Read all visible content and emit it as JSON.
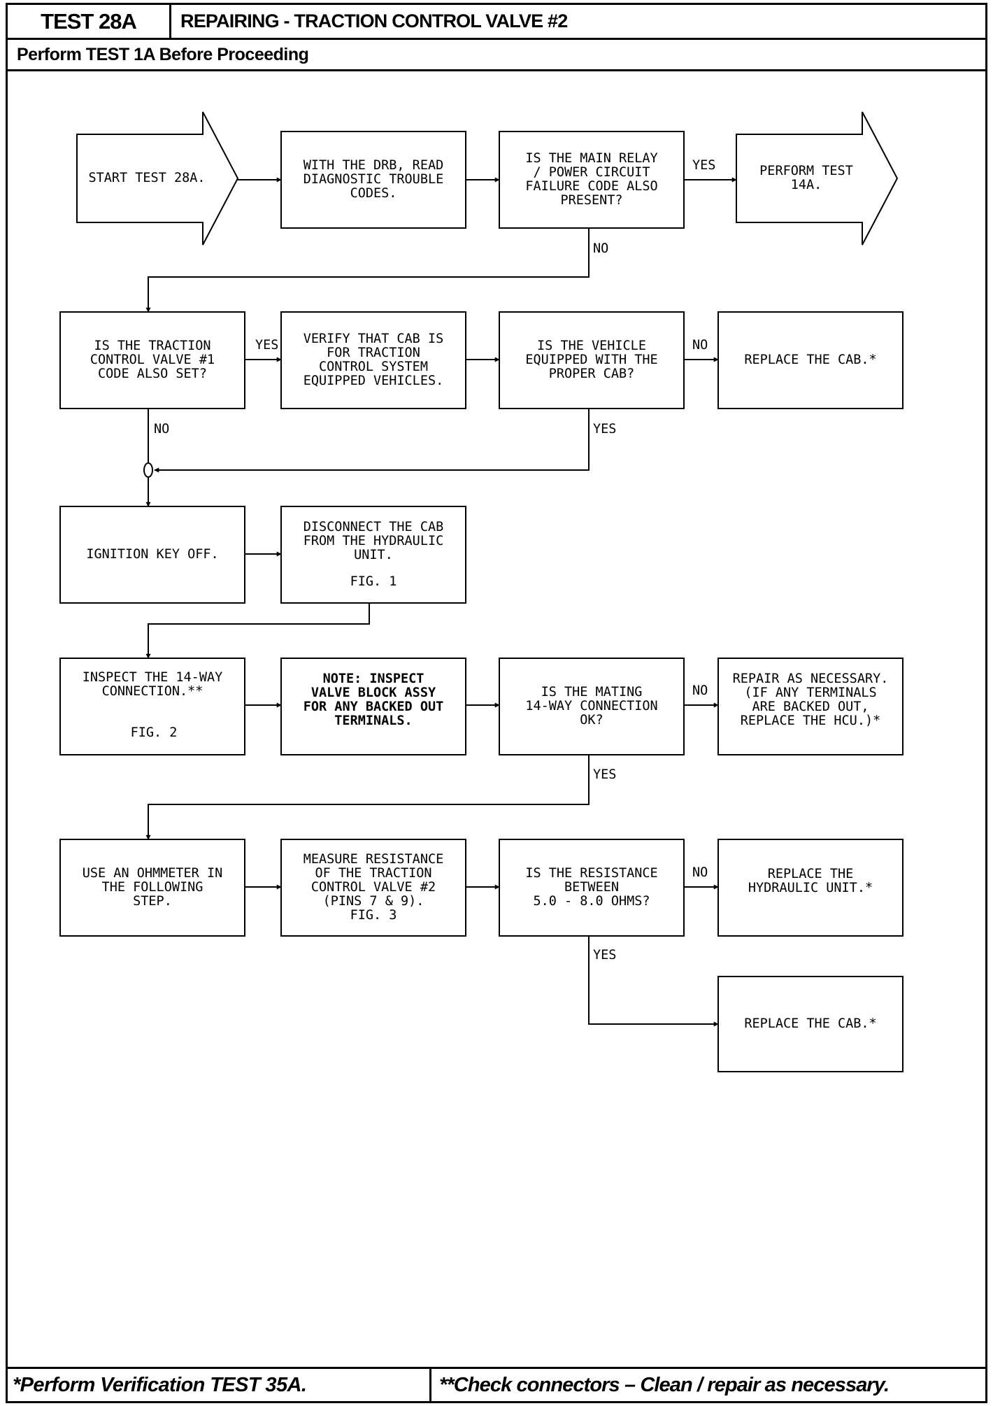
{
  "header": {
    "test_id": "TEST 28A",
    "title": "REPAIRING - TRACTION CONTROL VALVE #2",
    "subtitle": "Perform TEST 1A Before Proceeding"
  },
  "footer": {
    "left": "*Perform Verification TEST 35A.",
    "right": "**Check connectors – Clean / repair as necessary."
  },
  "flow": {
    "start": [
      "START TEST 28A."
    ],
    "read_codes": [
      "WITH THE DRB, READ",
      "DIAGNOSTIC TROUBLE",
      "CODES."
    ],
    "main_relay": [
      "IS THE MAIN RELAY",
      "/ POWER CIRCUIT",
      "FAILURE CODE ALSO",
      "PRESENT?"
    ],
    "perform_14a": [
      "PERFORM TEST",
      "14A."
    ],
    "tcv1": [
      "IS THE TRACTION",
      "CONTROL VALVE #1",
      "CODE ALSO SET?"
    ],
    "verify_cab": [
      "VERIFY THAT CAB IS",
      "FOR TRACTION",
      "CONTROL SYSTEM",
      "EQUIPPED VEHICLES."
    ],
    "proper_cab": [
      "IS THE VEHICLE",
      "EQUIPPED WITH THE",
      "PROPER CAB?"
    ],
    "replace_cab_1": [
      "REPLACE THE CAB.*"
    ],
    "ignition_off": [
      "IGNITION KEY OFF."
    ],
    "disconnect": [
      "DISCONNECT THE CAB",
      "FROM THE HYDRAULIC",
      "UNIT."
    ],
    "disconnect_fig": "FIG. 1",
    "inspect_14way": [
      "INSPECT THE 14-WAY",
      "CONNECTION.**"
    ],
    "inspect_fig": "FIG. 2",
    "note": [
      "NOTE:  INSPECT",
      "VALVE BLOCK ASSY",
      "FOR ANY BACKED OUT",
      "TERMINALS."
    ],
    "mating_ok": [
      "IS THE MATING",
      "14-WAY CONNECTION",
      "OK?"
    ],
    "repair": [
      "REPAIR AS NECESSARY.",
      "(IF ANY TERMINALS",
      "ARE BACKED OUT,",
      "REPLACE THE HCU.)*"
    ],
    "ohmmeter": [
      "USE AN OHMMETER IN",
      "THE FOLLOWING",
      "STEP."
    ],
    "measure": [
      "MEASURE RESISTANCE",
      "OF THE TRACTION",
      "CONTROL VALVE #2",
      "(PINS 7 & 9).",
      "FIG. 3"
    ],
    "resistance_q": [
      "IS THE RESISTANCE",
      "BETWEEN",
      "5.0 - 8.0 OHMS?"
    ],
    "replace_hcu": [
      "REPLACE THE",
      "HYDRAULIC UNIT.*"
    ],
    "replace_cab_2": [
      "REPLACE THE CAB.*"
    ]
  },
  "labels": {
    "yes": "YES",
    "no": "NO"
  }
}
